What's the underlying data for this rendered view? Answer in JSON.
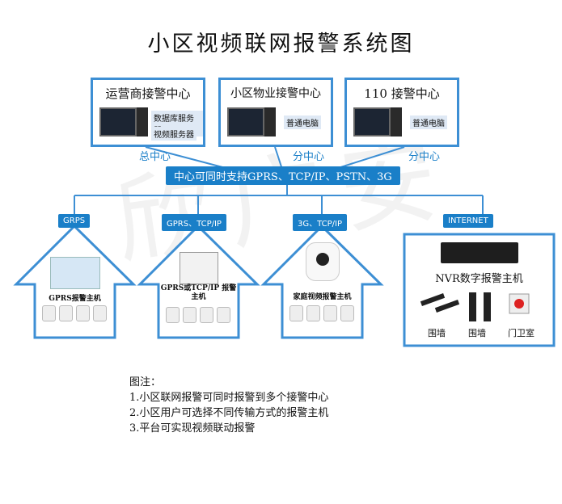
{
  "title": "小区视频联网报警系统图",
  "watermark": "欣广安",
  "centers": [
    {
      "title": "运营商接警中心",
      "servers": [
        "数据库服务器",
        "视频服务器"
      ],
      "caption": "总中心"
    },
    {
      "title": "小区物业接警中心",
      "servers": [
        "普通电脑"
      ],
      "caption": "分中心"
    },
    {
      "title": "110 接警中心",
      "servers": [
        "普通电脑"
      ],
      "caption": "分中心"
    }
  ],
  "banner": "中心可同时支持GPRS、TCP/IP、PSTN、3G",
  "branches": [
    {
      "tag": "GRPS",
      "device": "GPRS报警主机"
    },
    {
      "tag": "GPRS、TCP/IP",
      "device": "GPRS或TCP/IP 报警主机"
    },
    {
      "tag": "3G、TCP/IP",
      "device": "家庭视频报警主机"
    },
    {
      "tag": "INTERNET",
      "device": "NVR数字报警主机",
      "items": [
        "围墙",
        "围墙",
        "门卫室"
      ]
    }
  ],
  "notes": {
    "heading": "图注：",
    "lines": [
      "1.小区联网报警可同时报警到多个接警中心",
      "2.小区用户可选择不同传输方式的报警主机",
      "3.平台可实现视频联动报警"
    ]
  },
  "colors": {
    "accent": "#1a7fc8",
    "border": "#3d8fd4"
  }
}
